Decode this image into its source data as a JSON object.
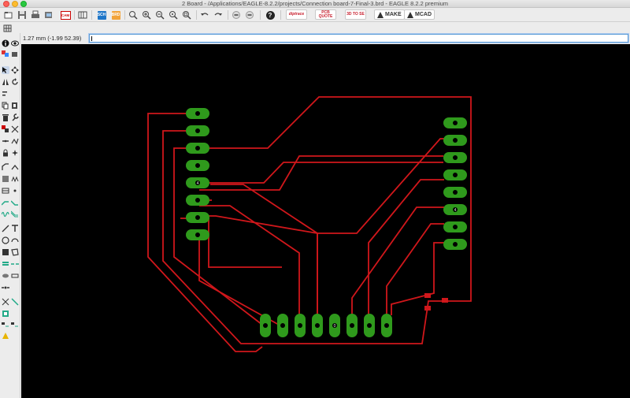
{
  "window": {
    "title": "2 Board - /Applications/EAGLE-8.2.2/projects/Connection board-7-Final-3.brd - EAGLE 8.2.2 premium"
  },
  "toolbar": {
    "cam_label": "CAM",
    "brand_diptrace": "diptrace",
    "brand_pcb": "PCB QUOTE",
    "brand_3d": "3D TO SE",
    "make_label": "MAKE",
    "mcad_label": "MCAD",
    "help_label": "?"
  },
  "command_bar": {
    "coordinate": "1.27 mm (-1.99 52.39)",
    "command_value": ""
  },
  "board": {
    "colors": {
      "background": "#000000",
      "trace": "#d0171b",
      "pad": "#2f9a1c",
      "drill": "#000000"
    },
    "left_header_pads": 8,
    "right_header_pads": 8,
    "bottom_header_pads": 8,
    "pad_labels": {
      "left_5": "4",
      "right_6": "4",
      "bottom_5": "0"
    }
  },
  "icons": [
    "info-icon",
    "eye-icon",
    "layers-icon",
    "move-icon",
    "copy-icon",
    "delete-icon",
    "wrench-icon",
    "lock-icon",
    "line-icon",
    "text-icon",
    "circle-icon",
    "arc-icon",
    "rect-icon",
    "polygon-icon",
    "route-icon",
    "via-icon",
    "drc-icon"
  ]
}
